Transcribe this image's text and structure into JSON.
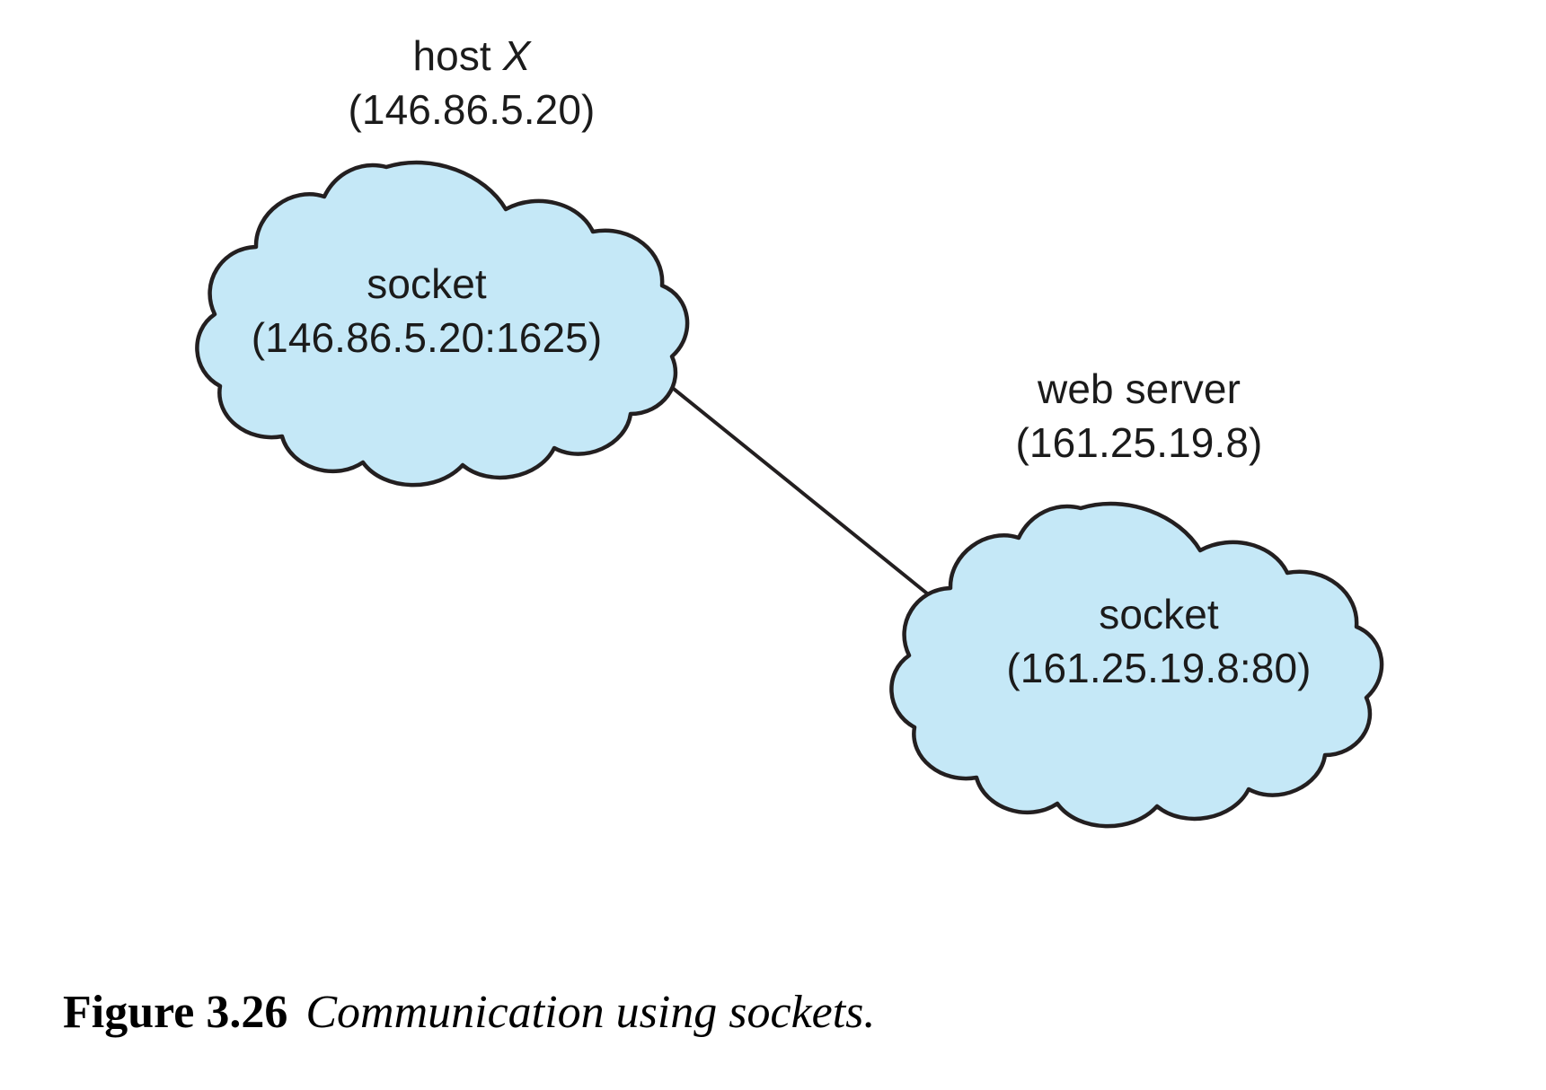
{
  "figure": {
    "caption_number": "Figure 3.26",
    "caption_text": "Communication using sockets.",
    "background_color": "#ffffff"
  },
  "style": {
    "cloud_fill": "#c5e8f7",
    "cloud_stroke": "#231f20",
    "text_color": "#1b1b1b",
    "connector_color": "#231f20"
  },
  "diagram": {
    "type": "network-diagram",
    "nodes": [
      {
        "id": "host-x",
        "shape": "cloud",
        "external_label_lines": [
          "host X",
          "(146.86.5.20)"
        ],
        "external_label_host": "host",
        "external_label_variable": "X",
        "external_label_address": "(146.86.5.20)",
        "internal_label_lines": [
          "socket",
          "(146.86.5.20:1625)"
        ],
        "internal_label_title": "socket",
        "internal_label_address": "(146.86.5.20:1625)"
      },
      {
        "id": "web-server",
        "shape": "cloud",
        "external_label_lines": [
          "web server",
          "(161.25.19.8)"
        ],
        "external_label_host": "web server",
        "external_label_address": "(161.25.19.8)",
        "internal_label_lines": [
          "socket",
          "(161.25.19.8:80)"
        ],
        "internal_label_title": "socket",
        "internal_label_address": "(161.25.19.8:80)"
      }
    ],
    "connections": [
      {
        "id": "socket-connection",
        "from": "host-x",
        "to": "web-server",
        "style": "solid-line"
      }
    ]
  }
}
